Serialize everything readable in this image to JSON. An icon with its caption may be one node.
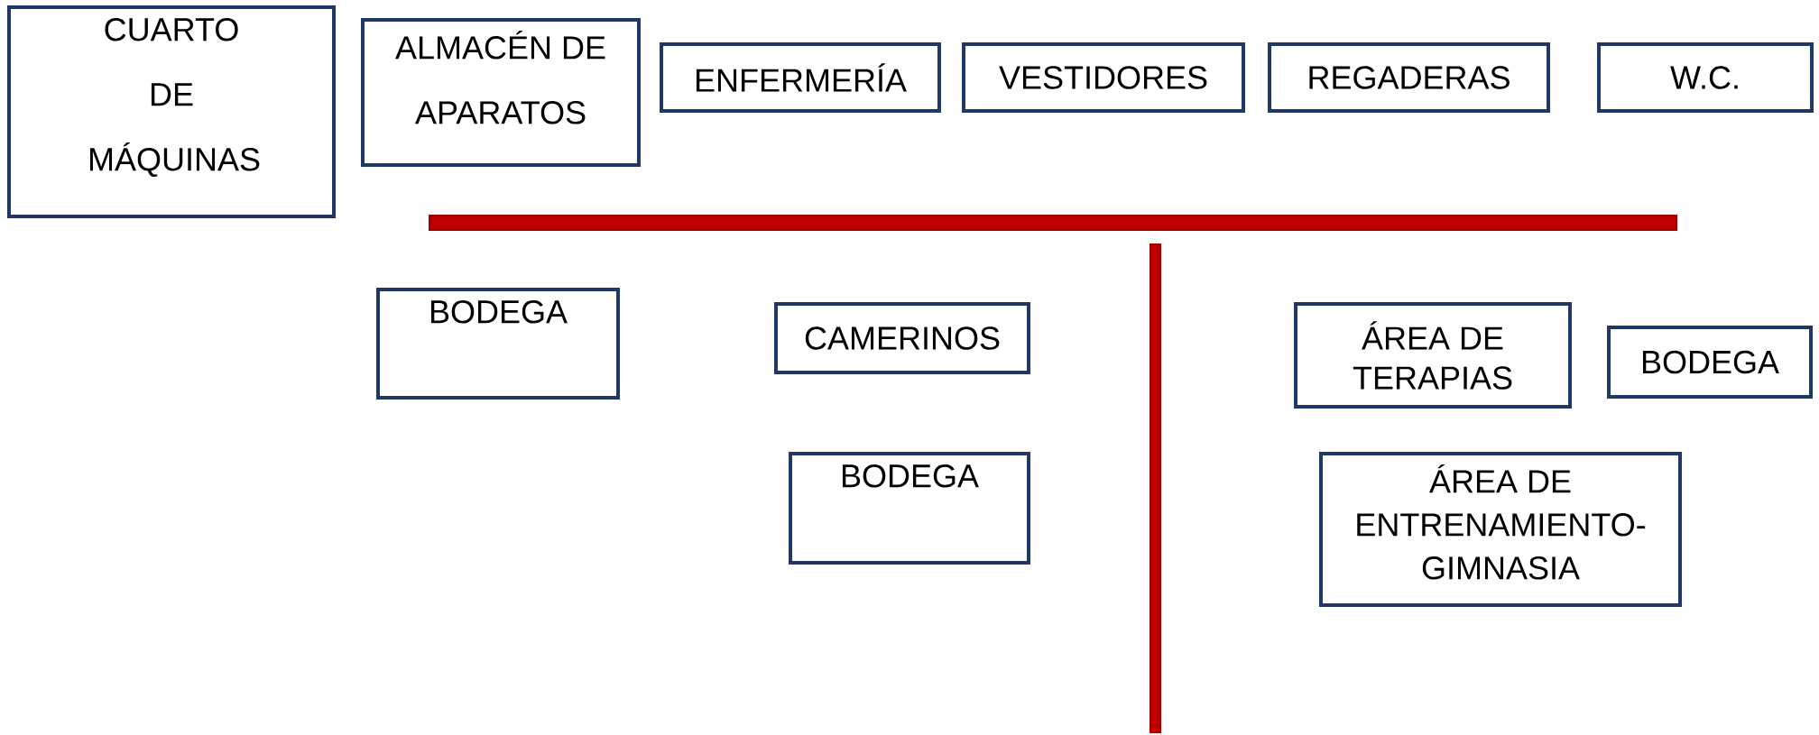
{
  "diagram": {
    "nodes": [
      {
        "text": [
          "CUARTO DE MÁQUINAS"
        ]
      },
      {
        "text": [
          "ALMACÉN DE APARATOS"
        ]
      },
      {
        "text": [
          "ENFERMERÍA"
        ]
      },
      {
        "text": [
          "VESTIDORES"
        ]
      },
      {
        "text": [
          "REGADERAS"
        ]
      },
      {
        "text": [
          "W.C."
        ]
      },
      {
        "text": [
          "BODEGA"
        ]
      },
      {
        "text": [
          "CAMERINOS"
        ]
      },
      {
        "text": [
          "BODEGA"
        ]
      },
      {
        "text": [
          "ÁREA DE TERAPIAS"
        ]
      },
      {
        "text": [
          "BODEGA"
        ]
      },
      {
        "text": [
          "ÁREA DE ENTRENAMIENTO- GIMNASIA"
        ]
      },
      {
        "text": [],
        "shape": "bar"
      },
      {
        "text": [],
        "shape": "bar"
      }
    ]
  }
}
